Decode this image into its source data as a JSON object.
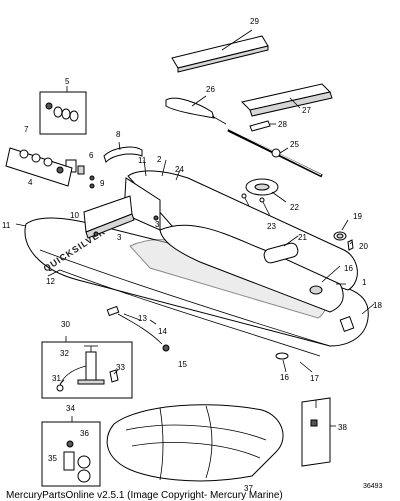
{
  "diagram": {
    "caption": "MercuryPartsOnline v2.5.1 (Image Copyright- Mercury Marine)",
    "reference_number": "36493",
    "brand_text": "QUICKSILVER",
    "callouts": [
      "1",
      "2",
      "3",
      "3",
      "4",
      "5",
      "6",
      "7",
      "8",
      "9",
      "10",
      "11",
      "11",
      "12",
      "13",
      "14",
      "15",
      "16",
      "16",
      "17",
      "18",
      "19",
      "20",
      "21",
      "22",
      "23",
      "24",
      "25",
      "26",
      "27",
      "28",
      "29",
      "30",
      "31",
      "32",
      "33",
      "34",
      "35",
      "36",
      "37",
      "38"
    ]
  }
}
